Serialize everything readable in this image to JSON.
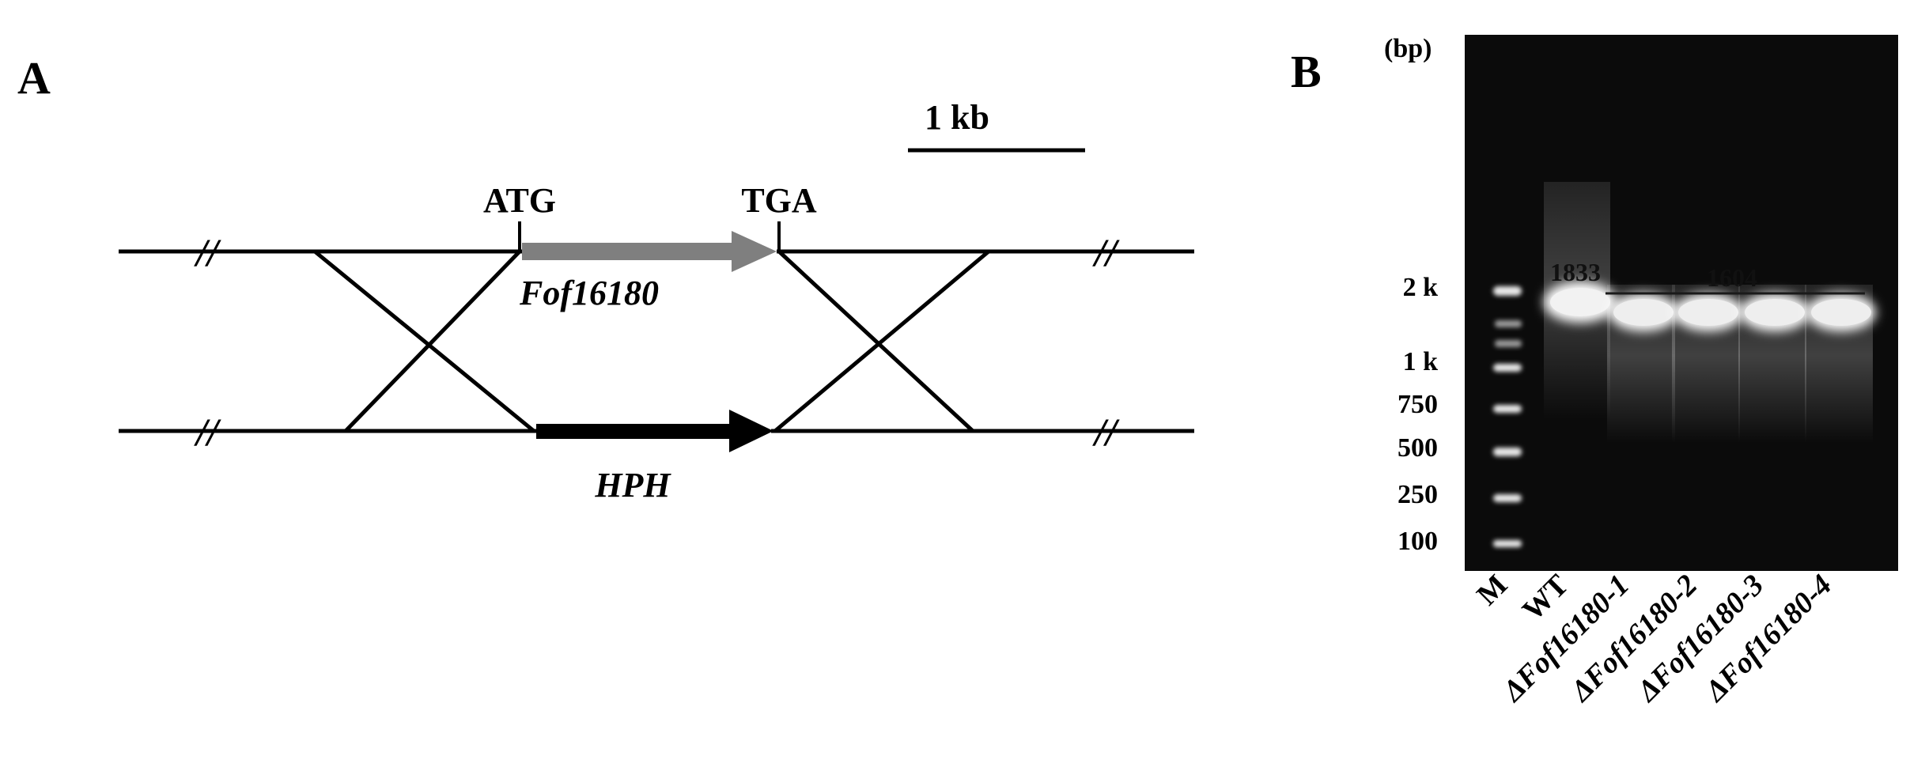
{
  "panel_a": {
    "label": "A",
    "scale_bar_label": "1 kb",
    "start_codon": "ATG",
    "stop_codon": "TGA",
    "gene_name": "Fof16180",
    "marker_name": "HPH",
    "break_mark": "//"
  },
  "panel_b": {
    "label": "B",
    "unit_label": "(bp)",
    "ladder": [
      "2 k",
      "1 k",
      "750",
      "500",
      "250",
      "100"
    ],
    "band_sizes": [
      "1833",
      "1604"
    ],
    "lanes": [
      "M",
      "WT",
      "ΔFof16180-1",
      "ΔFof16180-2",
      "ΔFof16180-3",
      "ΔFof16180-4"
    ]
  },
  "colors": {
    "gene_arrow": "#7f7f7f",
    "marker_arrow": "#000000",
    "gel_background": "#0b0b0b",
    "band": "#f2f2f2"
  }
}
